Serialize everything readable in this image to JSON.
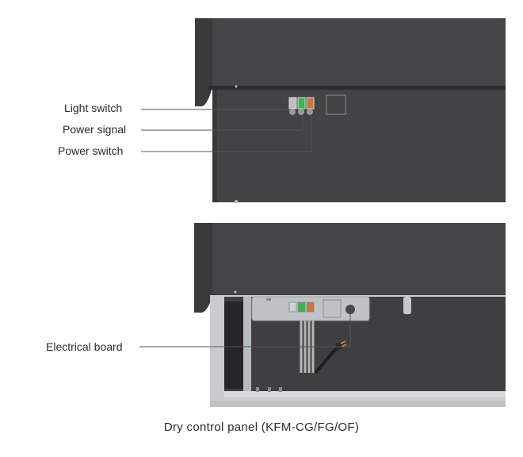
{
  "callouts_top": {
    "light_switch": "Light switch",
    "power_signal": "Power signal",
    "power_switch": "Power switch"
  },
  "callouts_bottom": {
    "electrical_board": "Electrical board"
  },
  "caption": "Dry control panel (KFM-CG/FG/OF)",
  "colors": {
    "cabinet_dark": "#3f3f41",
    "cabinet_mid": "#4a4a4c",
    "switch_gray": "#bfbfbf",
    "switch_green": "#3ab54a",
    "switch_orange": "#c8743a",
    "frame_silver": "#c9cccf"
  }
}
